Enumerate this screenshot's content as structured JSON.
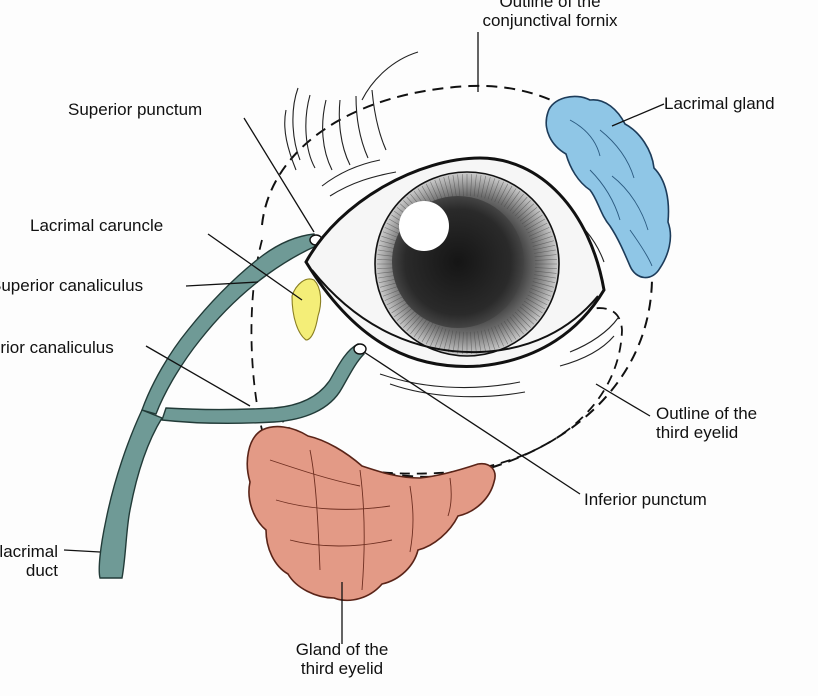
{
  "labels": {
    "conjunctival_fornix": "Outline of the\nconjunctival fornix",
    "superior_punctum": "Superior punctum",
    "lacrimal_gland": "Lacrimal gland",
    "lacrimal_caruncle": "Lacrimal caruncle",
    "superior_canaliculus": "Superior canaliculus",
    "inferior_canaliculus": "Inferior canaliculus",
    "outline_third_eyelid": "Outline of the\nthird eyelid",
    "inferior_punctum": "Inferior punctum",
    "nasolacrimal_duct": "Nasolacrimal\nduct",
    "gland_third_eyelid": "Gland of the\nthird eyelid"
  },
  "colors": {
    "lacrimal_gland": "#8fc6e6",
    "gland_third_eyelid": "#e39a86",
    "caruncle": "#f4ee78",
    "duct": "#6f9a96",
    "ink": "#111111"
  }
}
